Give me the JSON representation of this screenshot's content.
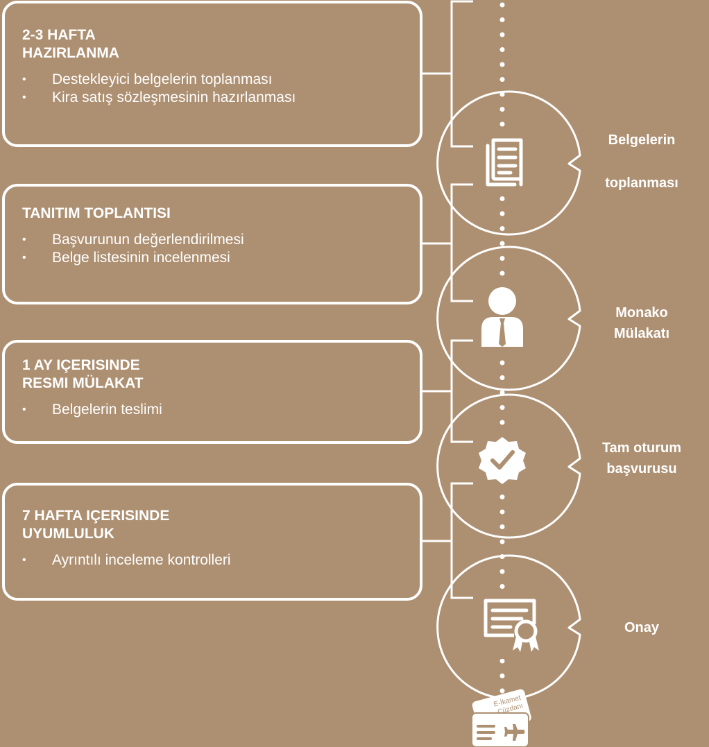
{
  "stages": [
    {
      "title_lines": [
        "2-3 HAFTA",
        "HAZIRLANMA"
      ],
      "items": [
        "Destekleyici belgelerin toplanması",
        "Kira satış sözleşmesinin hazırlanması"
      ]
    },
    {
      "title_lines": [
        "TANITIM TOPLANTISI"
      ],
      "items": [
        "Başvurunun değerlendirilmesi",
        "Belge listesinin incelenmesi"
      ]
    },
    {
      "title_lines": [
        "1 AY IÇERISINDE",
        "RESMI MÜLAKAT"
      ],
      "items": [
        "Belgelerin teslimi"
      ]
    },
    {
      "title_lines": [
        "7 HAFTA IÇERISINDE",
        "UYUMLULUK"
      ],
      "items": [
        "Ayrıntılı inceleme kontrolleri"
      ]
    }
  ],
  "milestones": [
    {
      "lines": [
        "Belgelerin",
        "toplanması"
      ],
      "icon": "documents-icon"
    },
    {
      "lines": [
        "Monako",
        "Mülakatı"
      ],
      "icon": "businessman-icon"
    },
    {
      "lines": [
        "Tam oturum",
        "başvurusu"
      ],
      "icon": "verified-check-icon"
    },
    {
      "lines": [
        "Onay"
      ],
      "icon": "certificate-icon"
    }
  ],
  "final_card": {
    "line1": "E-İkamet",
    "line2": "Cüzdanı",
    "icon": "residence-card-icon"
  },
  "colors": {
    "background": "#ad8f71",
    "foreground": "#ffffff"
  }
}
